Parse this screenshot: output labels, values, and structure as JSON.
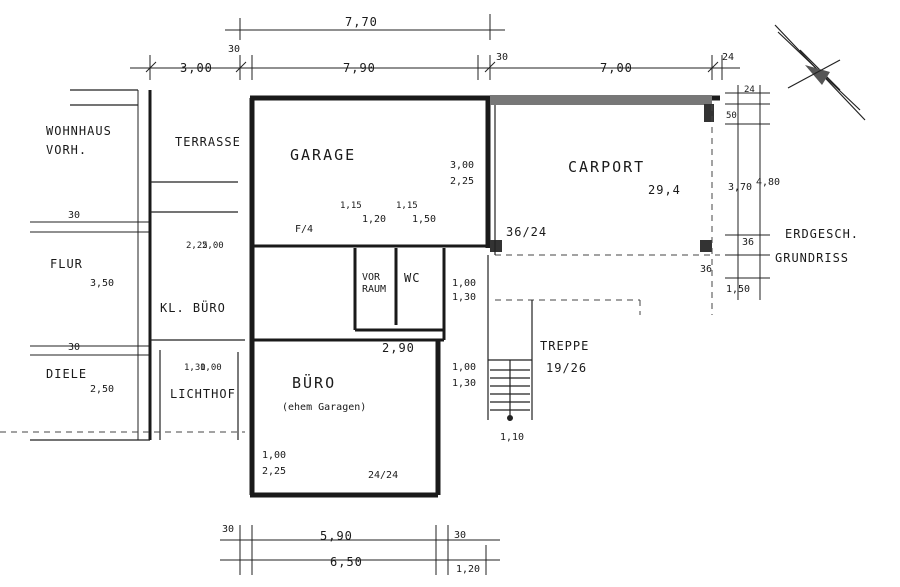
{
  "rooms": {
    "garage": "GARAGE",
    "carport": "CARPORT",
    "carport_area": "29,4",
    "terrasse": "TERRASSE",
    "wohnhaus_1": "WOHNHAUS",
    "wohnhaus_2": "VORH.",
    "flur": "FLUR",
    "kl_buero": "KL. BÜRO",
    "diele": "DIELE",
    "lichthof": "LICHTHOF",
    "vorraum_1": "VOR",
    "vorraum_2": "RAUM",
    "wc": "WC",
    "buero": "BÜRO",
    "buero_note": "(ehem Garagen)",
    "treppe": "TREPPE",
    "treppe_steps": "19/26",
    "title_1": "ERDGESCH.",
    "title_2": "GRUNDRISS"
  },
  "dimensions": {
    "top_770": "7,70",
    "top_790": "7,90",
    "top_300": "3,00",
    "top_30a": "30",
    "top_30b": "30",
    "top_700": "7,00",
    "top_24": "24",
    "right_24": "24",
    "right_50": "50",
    "right_370": "3,70",
    "right_480": "4,80",
    "right_36a": "36",
    "right_36b": "36",
    "right_150": "1,50",
    "carport_3624": "36/24",
    "garage_300": "3,00",
    "garage_225": "2,25",
    "d_115a": "1,15",
    "d_120": "1,20",
    "d_115b": "1,15",
    "d_150": "1,50",
    "fl": "F/4",
    "left_30a": "30",
    "left_350": "3,50",
    "left_30b": "30",
    "left_250": "2,50",
    "kb_225": "2,25",
    "kb_200": "2,00",
    "lh_130": "1,30",
    "lh_100": "1,00",
    "wc_100": "1,00",
    "wc_130": "1,30",
    "b_290": "2,90",
    "b_100": "1,00",
    "b_130": "1,30",
    "w_100": "1,00",
    "w_225": "2,25",
    "p_2424": "24/24",
    "bot_30a": "30",
    "bot_590": "5,90",
    "bot_30b": "30",
    "bot_650": "6,50",
    "bot_120": "1,20",
    "tr_110": "1,10"
  }
}
